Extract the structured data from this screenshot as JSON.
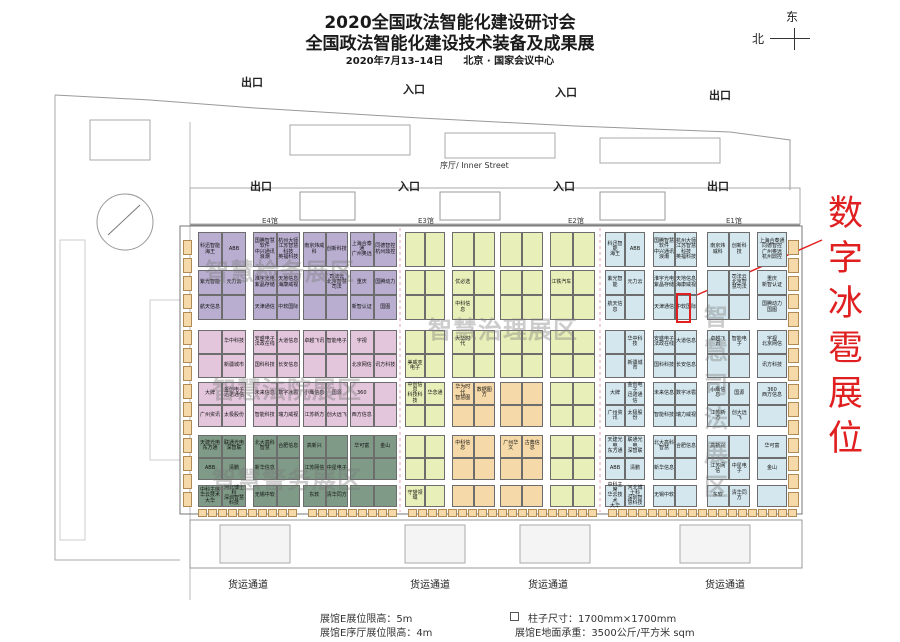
{
  "title": {
    "line1": "2020全国政法智能化建设研讨会",
    "line2": "全国政法智能化建设技术装备及成果展",
    "line3": "2020年7月13–14日　　北京 · 国家会议中心"
  },
  "compass": {
    "east": "东",
    "north": "北"
  },
  "doors": {
    "outer": [
      "出口",
      "入口",
      "入口",
      "出口"
    ],
    "inner": [
      "出口",
      "入口",
      "入口",
      "出口"
    ]
  },
  "inner_street": "序厅/ Inner Street",
  "halls": [
    "E4馆",
    "E3馆",
    "E2馆",
    "E1馆"
  ],
  "zones": [
    {
      "name": "智慧检务展区",
      "color": "#b9aed0"
    },
    {
      "name": "智慧法院展区",
      "color": "#e3c6dc"
    },
    {
      "name": "智慧警务展区",
      "color": "#7f9a86"
    },
    {
      "name": "智慧治理展区",
      "color": "#e8efb8"
    },
    {
      "name": "智慧司法展区",
      "color": "#d4e7ee"
    }
  ],
  "booth_blocks": [
    [
      "",
      "",
      "科迅智能",
      "",
      "海王",
      "ABB"
    ],
    [
      "",
      "",
      "航天信息",
      "",
      "紫光智能",
      "元力云"
    ],
    [
      "",
      "",
      "",
      "新疆城市",
      "",
      "华中科技"
    ],
    [
      "",
      "金创电子",
      "广州资讯",
      "太极股份",
      "大牌",
      "迅诺通信"
    ],
    [
      "天建光电",
      "联通光电",
      "ABB",
      "清鹏",
      "东方通",
      "深智联"
    ],
    [
      "中科主席",
      "河北博士科",
      "华云技术",
      "深圳智慧科技",
      "大华",
      ""
    ],
    [
      "国腾智慧软件",
      "杭州大师",
      "中兴通讯",
      "江苏智慧科技",
      "浪潮",
      "英福科技"
    ],
    [
      "淮宇光电",
      "天地信息",
      "天津通信",
      "中软国际",
      "紫晶存储",
      "海康威视"
    ],
    [
      "安盛电子",
      "",
      "国科科技",
      "长安信息",
      "法政在线",
      "大道信息"
    ],
    [
      "",
      "",
      "智能科技",
      "瑞力威视",
      "未来信息",
      "数字冰雹"
    ],
    [
      "北大高科",
      "",
      "新华信息",
      "",
      "智慧",
      "合肥信息"
    ],
    [
      "",
      "",
      "",
      "",
      "无锡中软",
      ""
    ],
    [
      "南京炜威科",
      "创新科技",
      "",
      "",
      "",
      ""
    ],
    [
      "",
      "司法云",
      "",
      "",
      "",
      "北京智慧司法"
    ],
    [
      "卓越飞讯",
      "智能电子",
      "",
      "",
      "",
      ""
    ],
    [
      "小鹰信息",
      "国源",
      "江苏新方",
      "创大远飞",
      "",
      ""
    ],
    [
      "高新兴",
      "",
      "江苏网信",
      "中星电子",
      "",
      ""
    ],
    [
      "东软",
      "清华同方",
      "",
      "",
      "",
      ""
    ],
    [
      "上海合泰通",
      "同德智控",
      "广州奥远",
      "杭州鼎控",
      "",
      ""
    ],
    [
      "重庆",
      "国腾动力",
      "新智认证",
      "国图",
      "",
      ""
    ],
    [
      "宇视",
      "",
      "北京网信",
      "讯方科技",
      "",
      ""
    ],
    [
      "360",
      "",
      "西方信息",
      "",
      "",
      ""
    ],
    [
      "华可富",
      "金山",
      "",
      "",
      "",
      ""
    ],
    [
      "",
      "",
      "",
      "",
      "",
      ""
    ],
    [
      "",
      "",
      "",
      "",
      "",
      ""
    ],
    [
      "",
      "",
      "",
      "",
      "",
      ""
    ],
    [
      "",
      "",
      "美威亚电子",
      "",
      "",
      ""
    ],
    [
      "中创信息",
      "华念通",
      "",
      "",
      "科技科技",
      ""
    ],
    [
      "",
      "",
      "",
      "",
      "",
      ""
    ],
    [
      "守望领域",
      "",
      "",
      "",
      "",
      ""
    ],
    [
      "",
      "",
      "",
      "",
      "",
      ""
    ],
    [
      "优必选",
      "",
      "中科信息",
      "",
      "",
      ""
    ],
    [
      "大华时代",
      "",
      "",
      "",
      "",
      ""
    ],
    [
      "华为时代",
      "数据图方",
      "",
      "",
      "智慧图",
      ""
    ],
    [
      "中科信息",
      "",
      "",
      "",
      "",
      ""
    ],
    [
      "",
      "",
      "",
      "",
      "",
      ""
    ],
    [
      "",
      "",
      "",
      "",
      "",
      ""
    ],
    [
      "",
      "",
      "",
      "",
      "",
      ""
    ],
    [
      "",
      "",
      "",
      "",
      "",
      ""
    ],
    [
      "",
      "",
      "",
      "",
      "",
      ""
    ],
    [
      "广州华文",
      "古典信息",
      "",
      "",
      "",
      ""
    ],
    [
      "",
      "",
      "",
      "",
      "",
      ""
    ],
    [
      "",
      "",
      "",
      "",
      "",
      ""
    ],
    [
      "江铁汽车",
      "",
      "",
      "",
      "",
      ""
    ],
    [
      "",
      "",
      "",
      "",
      "",
      ""
    ],
    [
      "",
      "",
      "",
      "",
      "",
      ""
    ],
    [
      "",
      "",
      "",
      "",
      "",
      ""
    ],
    [
      "",
      "",
      "",
      "",
      "",
      ""
    ]
  ],
  "callout": {
    "label": "数字冰雹展位",
    "color": "#e02020"
  },
  "freight": [
    "货运通道",
    "货运通道",
    "货运通道",
    "货运通道"
  ],
  "legend": {
    "height1": "展馆E展位限高：5m",
    "height2": "展馆E序厅展位限高：4m",
    "pillar": "柱子尺寸：1700mm×1700mm",
    "load": "展馆E地面承重：3500公斤/平方米 sqm"
  }
}
